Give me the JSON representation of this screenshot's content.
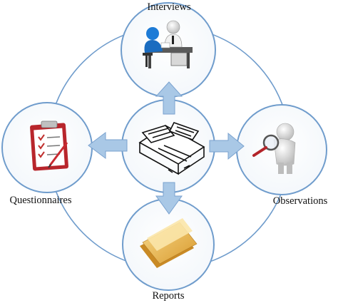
{
  "labels": {
    "top": "Interviews",
    "left": "Questionnaires",
    "right": "Observations",
    "bottom": "Reports"
  },
  "icons": {
    "center": "toolbox-icon",
    "top": "interview-desk-icon",
    "left": "clipboard-checklist-icon",
    "right": "magnifying-glass-person-icon",
    "bottom": "folder-documents-icon"
  },
  "colors": {
    "ring_stroke": "#6f9ccc",
    "arrow_fill": "#a9c8e6",
    "arrow_stroke": "#7aa2cf"
  }
}
